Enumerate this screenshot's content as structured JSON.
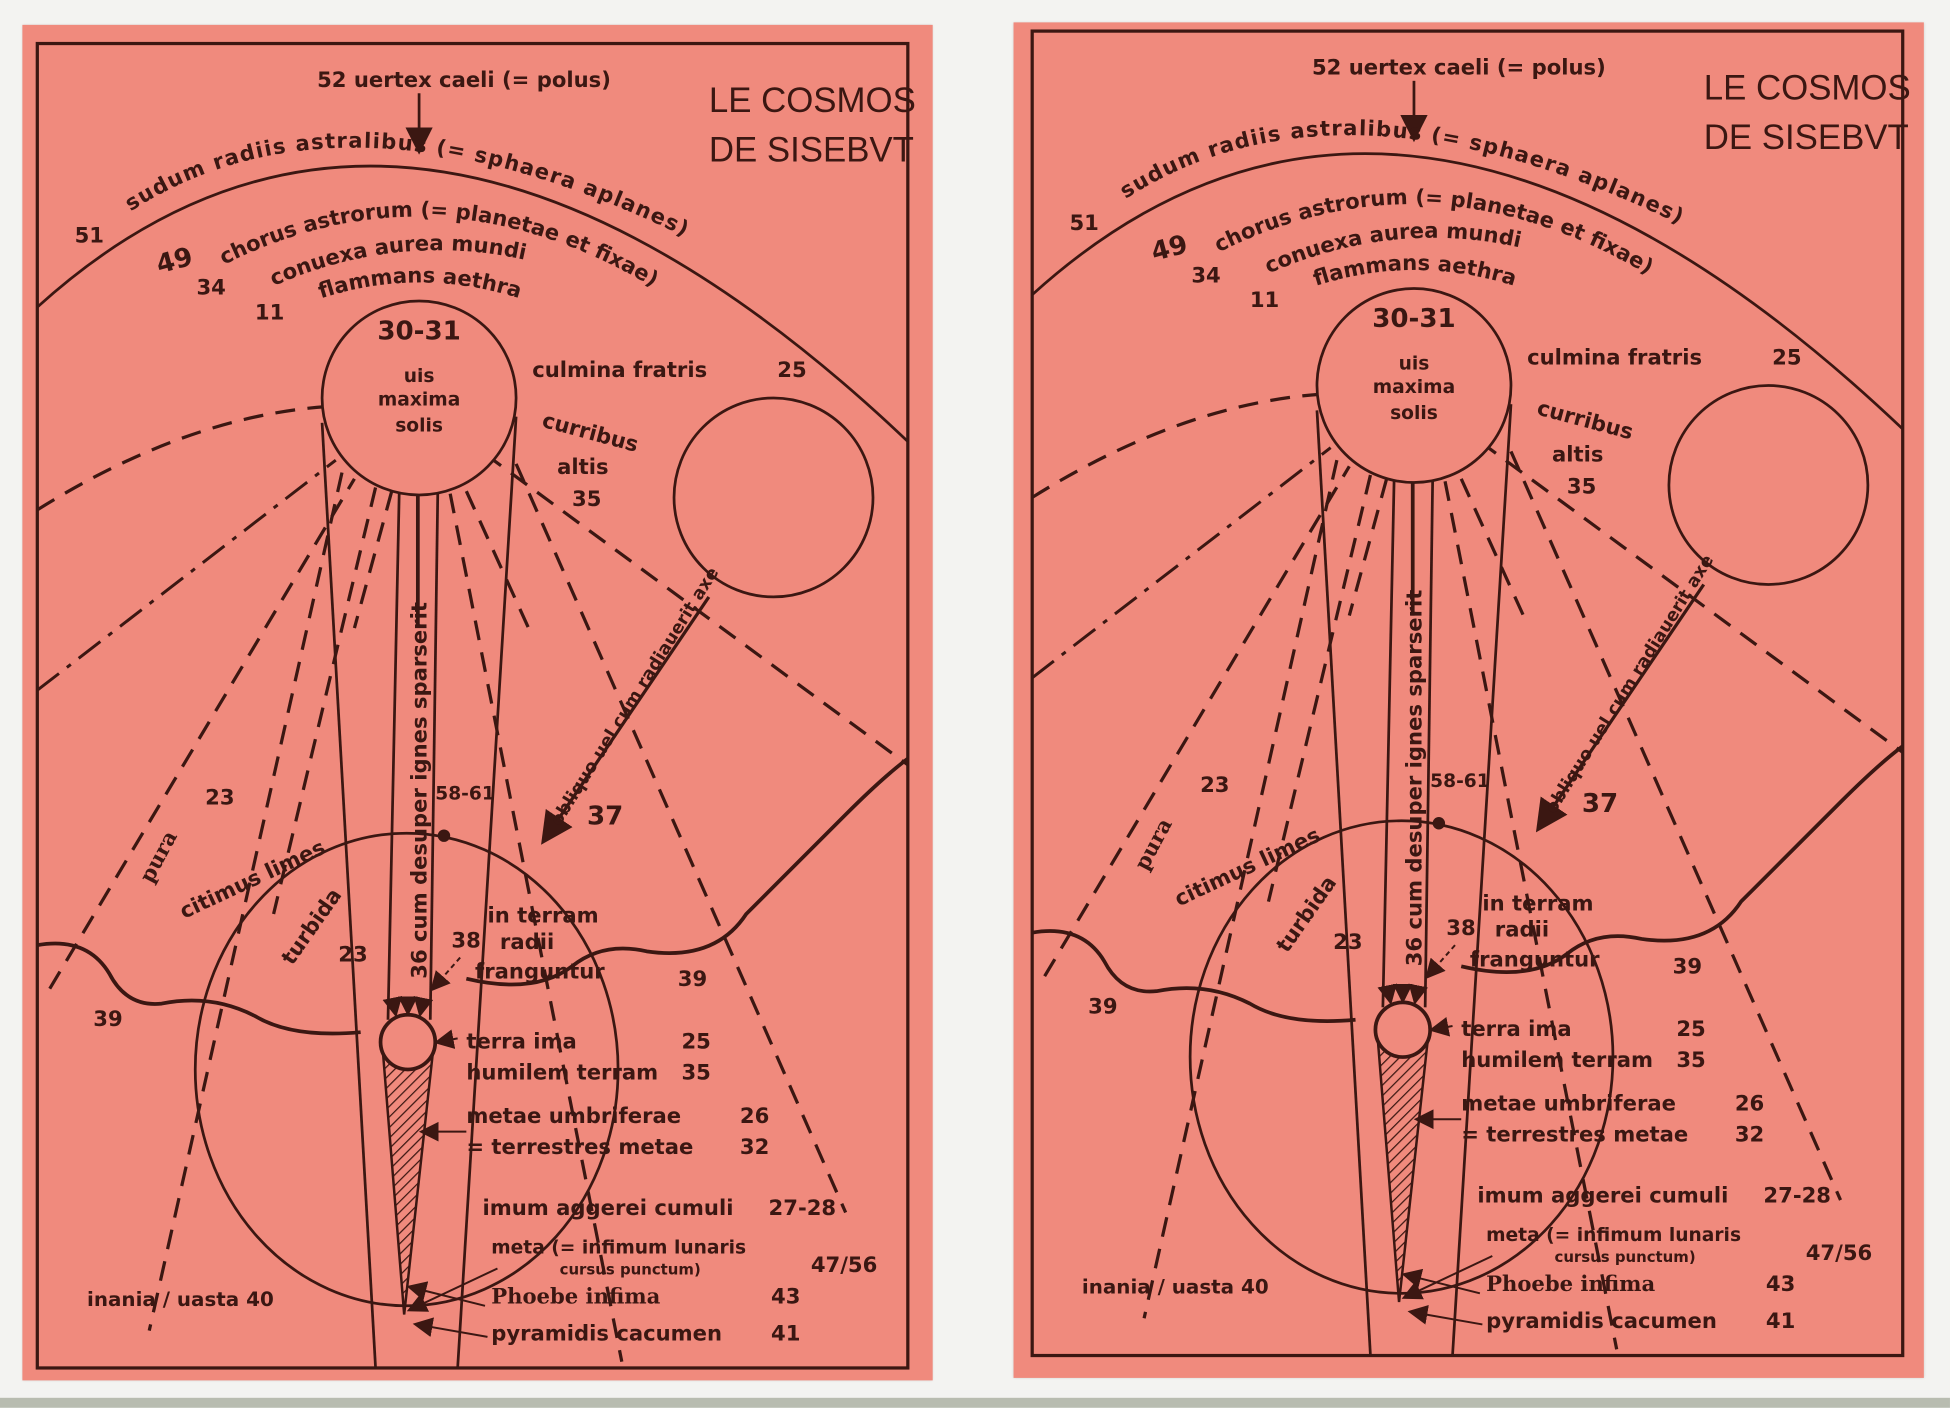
{
  "title": {
    "line1": "LE COSMOS",
    "line2": "DE SISEBVT"
  },
  "top": {
    "polus": "52 uertex caeli (= polus)",
    "outer_arc": "sudum   radiis   astralibus (= sphaera aplanes)",
    "n51": "51"
  },
  "arcs": {
    "n49": "49",
    "chorus": "chorus astrorum (= planetae et fixae)",
    "n34": "34",
    "conuexa": "conuexa aurea mundi",
    "n11": "11",
    "flammans": "flammans aethra"
  },
  "sun": {
    "num": "30-31",
    "l1": "uis",
    "l2": "maxima",
    "l3": "solis"
  },
  "moon": {
    "culmina": "culmina fratris",
    "n25": "25",
    "curribus": "curribus",
    "altis": "altis",
    "n35": "35"
  },
  "beam": {
    "text": "36 cum desuper ignes sparserit",
    "n5861": "58-61"
  },
  "oblique": {
    "text": "obliquo uel cum radiauerit axe",
    "n37": "37"
  },
  "earth_zone": {
    "n23a": "23",
    "pura": "pura",
    "citimus": "citimus limes",
    "turbida": "turbida",
    "n23b": "23",
    "n38": "38",
    "in_terram": "in terram",
    "radii": "radii",
    "franguntur": "franguntur",
    "n39_left": "39",
    "n39_right": "39"
  },
  "legend": {
    "terra_ima": "terra ima",
    "n25": "25",
    "humilem": "humilem terram",
    "n35": "35",
    "metae": "metae umbriferae",
    "n26": "26",
    "terrestres": "= terrestres metae",
    "n32": "32",
    "imum": "imum aggerei cumuli",
    "n2728": "27-28",
    "meta": "meta (= infimum lunaris",
    "cursus": "cursus punctum)",
    "n4756": "47/56",
    "phoebe": "Phoebe   infima",
    "n43": "43",
    "pyramidis": "pyramidis  cacumen",
    "n41": "41",
    "inania": "inania / uasta 40"
  },
  "colors": {
    "paper": "#f08a7d",
    "ink": "#3b1712",
    "wall": "#f3f3f1"
  }
}
